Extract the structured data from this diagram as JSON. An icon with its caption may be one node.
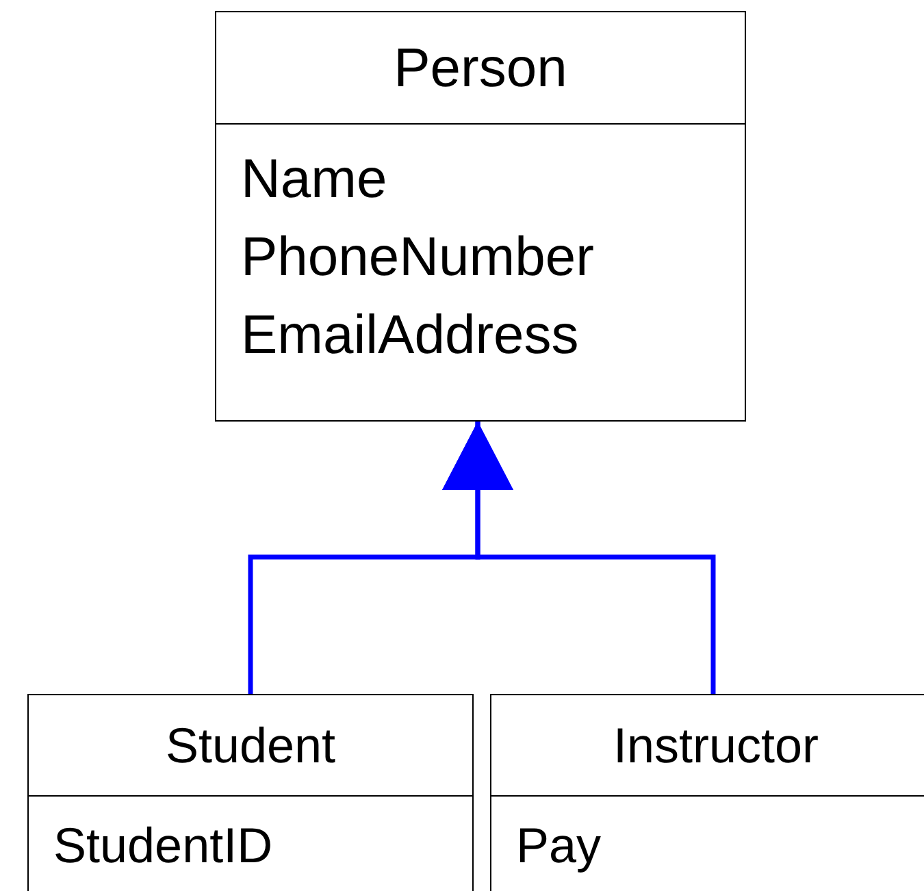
{
  "diagram": {
    "nodes": [
      {
        "text": [
          "Person",
          "Name",
          "PhoneNumber",
          "EmailAddress"
        ]
      },
      {
        "text": [
          "Student",
          "StudentID"
        ]
      },
      {
        "text": [
          "Instructor",
          "Pay"
        ]
      }
    ],
    "edges": [
      {
        "from": 1,
        "to": 0,
        "arrow": "to"
      },
      {
        "from": 2,
        "to": 0,
        "arrow": "to"
      }
    ]
  }
}
